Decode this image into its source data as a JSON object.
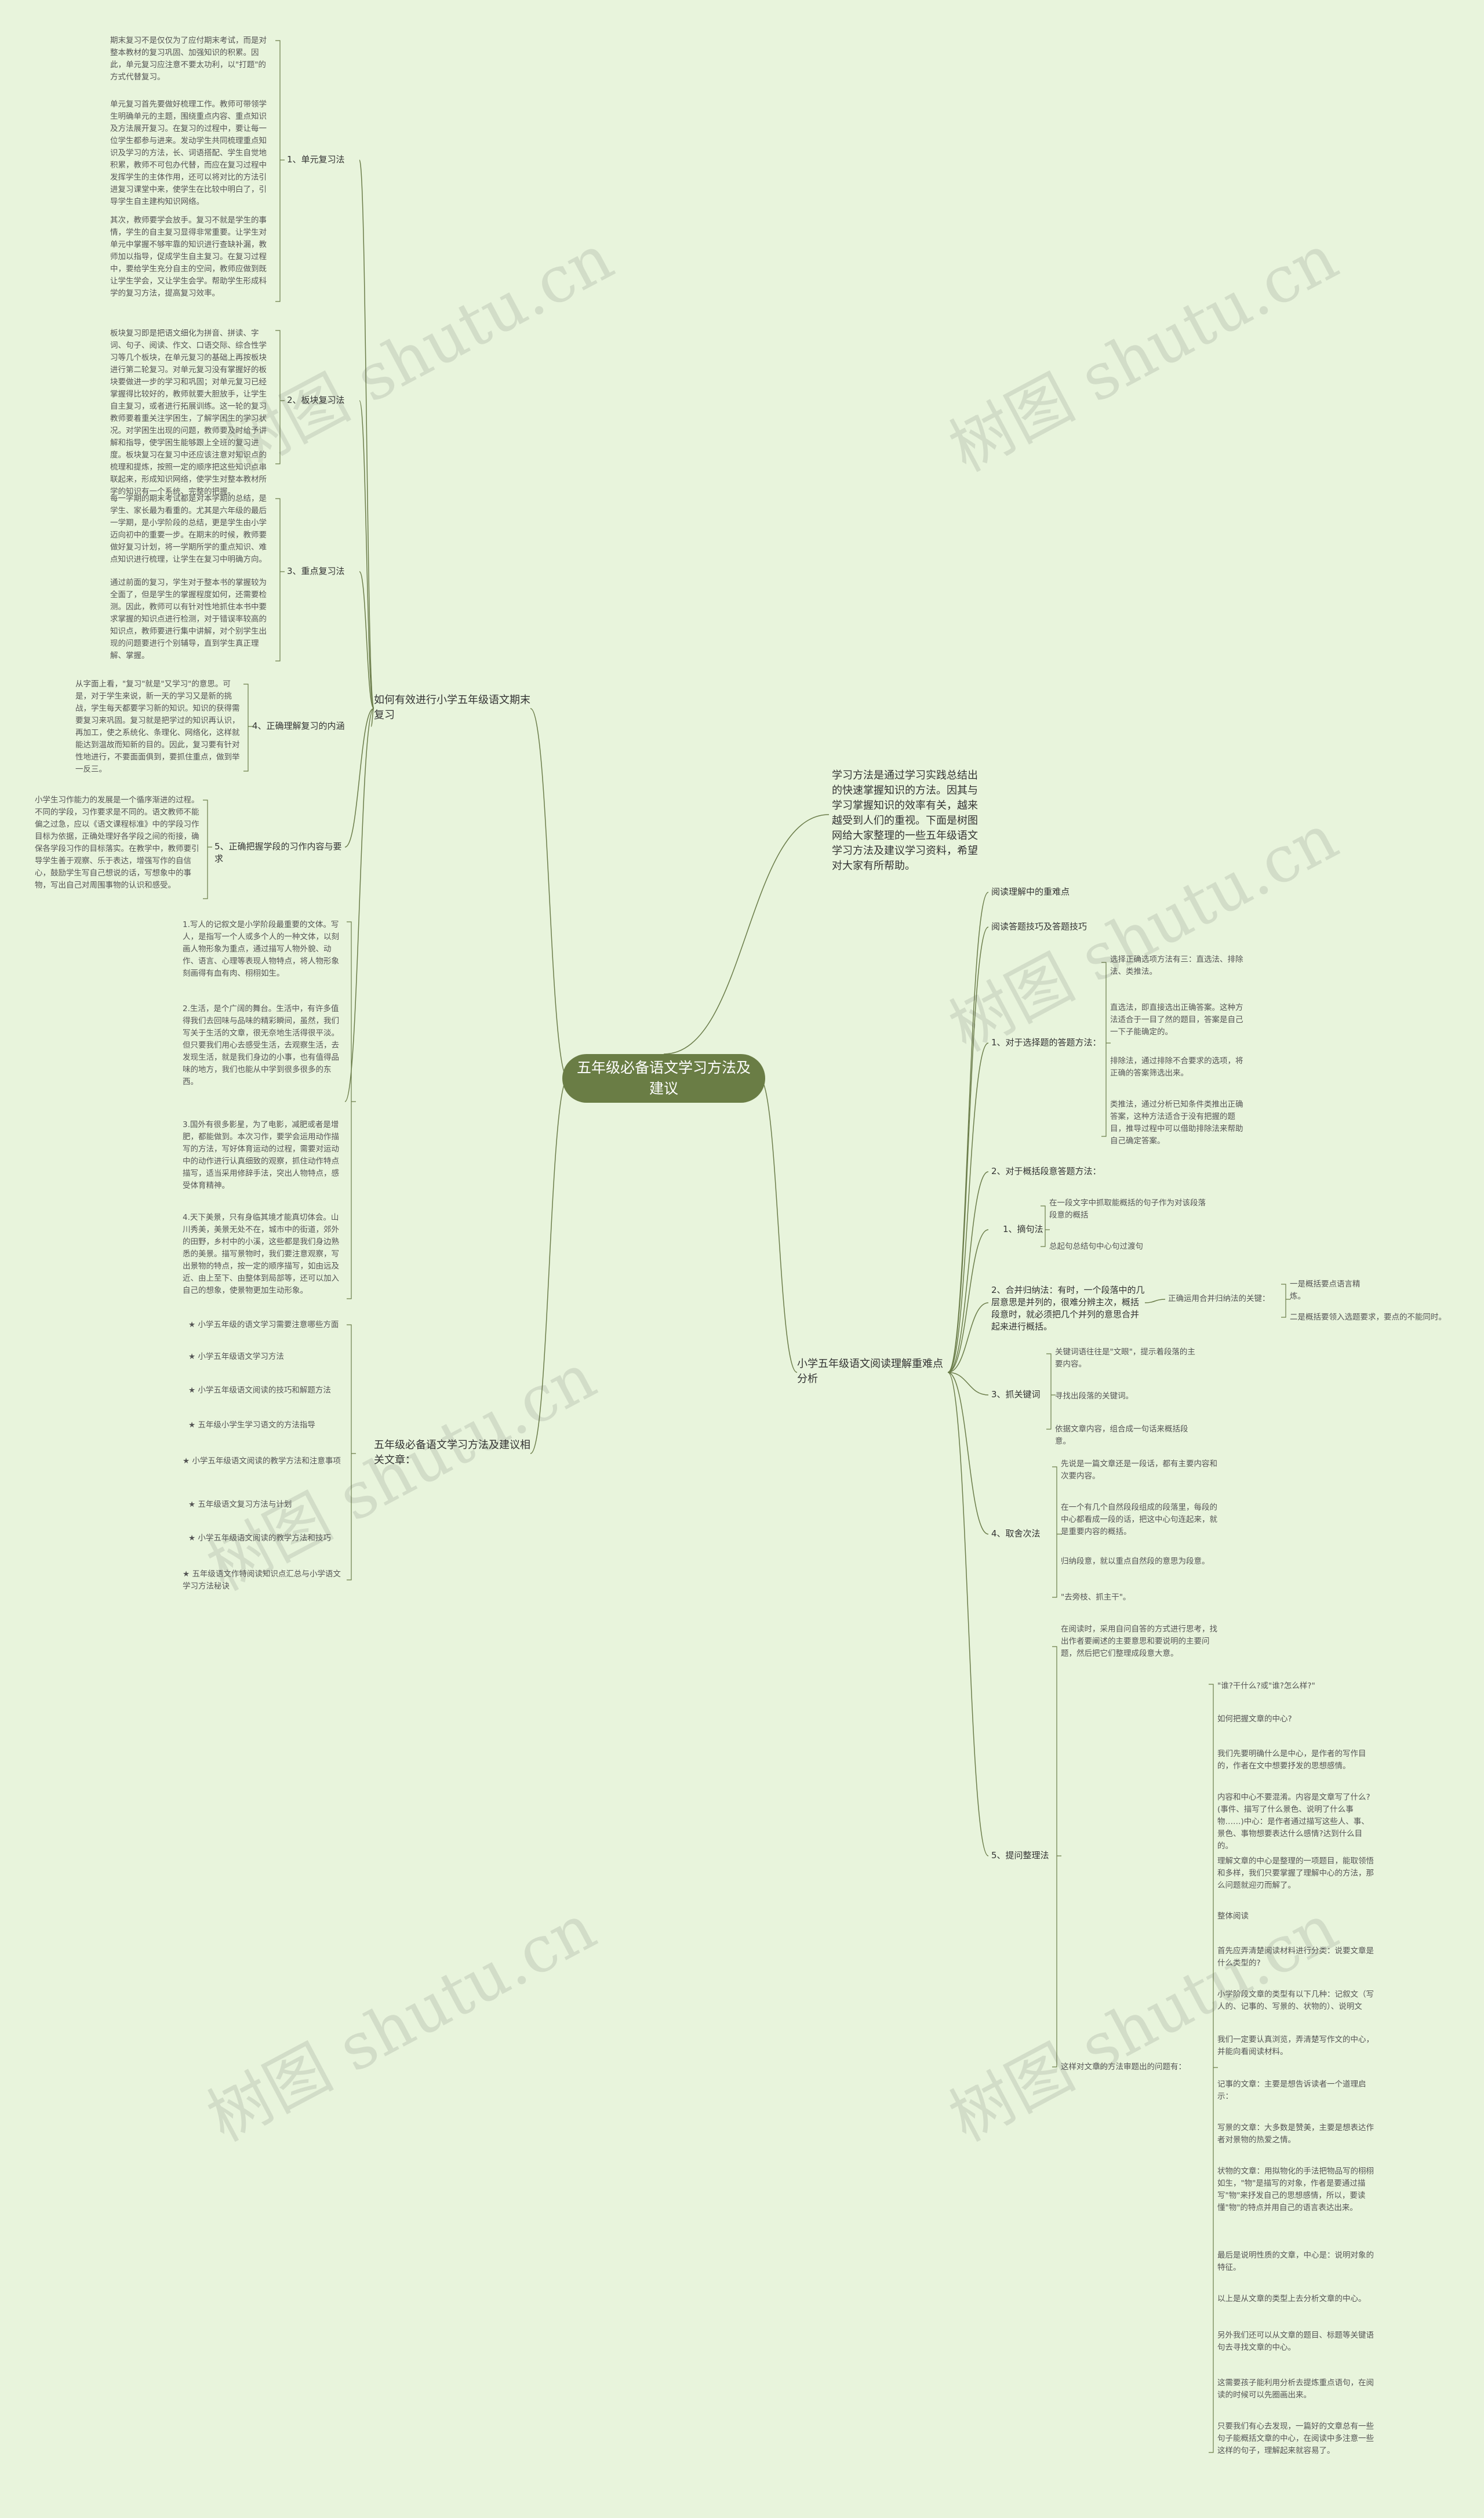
{
  "center": "五年级必备语文学习方法及建议",
  "intro": "学习方法是通过学习实践总结出的快速掌握知识的方法。因其与学习掌握知识的效率有关，越来越受到人们的重视。下面是树图网给大家整理的一些五年级语文学习方法及建议学习资料，希望对大家有所帮助。",
  "b1": {
    "label": "如何有效进行小学五年级语文期末复习",
    "s1": {
      "label": "1、单元复习法",
      "t1": "期末复习不是仅仅为了应付期末考试，而是对整本教材的复习巩固、加强知识的积累。因此，单元复习应注意不要太功利，以\"打题\"的方式代替复习。",
      "t2": "单元复习首先要做好梳理工作。教师可带领学生明确单元的主题，围绕重点内容、重点知识及方法展开复习。在复习的过程中，要让每一位学生都参与进来。发动学生共同梳理重点知识及学习的方法，长、词语搭配、学生自觉地积累，教师不可包办代替，而应在复习过程中发挥学生的主体作用，还可以将对比的方法引进复习课堂中来，使学生在比较中明白了，引导学生自主建构知识网络。",
      "t3": "其次，教师要学会放手。复习不就是学生的事情，学生的自主复习显得非常重要。让学生对单元中掌握不够牢靠的知识进行查缺补漏，教师加以指导，促成学生自主复习。在复习过程中，要给学生充分自主的空间，教师应做到既让学生学会，又让学生会学。帮助学生形成科学的复习方法，提高复习效率。"
    },
    "s2": {
      "label": "2、板块复习法",
      "t1": "板块复习即是把语文细化为拼音、拼读、字词、句子、阅读、作文、口语交际、综合性学习等几个板块，在单元复习的基础上再按板块进行第二轮复习。对单元复习没有掌握好的板块要做进一步的学习和巩固；对单元复习已经掌握得比较好的，教师就要大胆放手，让学生自主复习，或者进行拓展训练。这一轮的复习教师要着重关注学困生，了解学困生的学习状况。对学困生出现的问题，教师要及时给予讲解和指导，使学困生能够跟上全班的复习进度。板块复习在复习中还应该注意对知识点的梳理和提炼，按照一定的顺序把这些知识点串联起来，形成知识网络，使学生对整本教材所学的知识有一个系统、完整的把握。"
    },
    "s3": {
      "label": "3、重点复习法",
      "t1": "每一学期的期末考试都是对本学期的总结，是学生、家长最为看重的。尤其是六年级的最后一学期，是小学阶段的总结，更是学生由小学迈向初中的重要一步。在期末的时候，教师要做好复习计划，将一学期所学的重点知识、难点知识进行梳理，让学生在复习中明确方向。",
      "t2": "通过前面的复习，学生对于整本书的掌握较为全面了，但是学生的掌握程度如何，还需要检测。因此，教师可以有针对性地抓住本书中要求掌握的知识点进行检测，对于错误率较高的知识点，教师要进行集中讲解，对个别学生出现的问题要进行个别辅导，直到学生真正理解、掌握。"
    },
    "s4": {
      "label": "4、正确理解复习的内涵",
      "t1": "从字面上看，\"复习\"就是\"又学习\"的意思。可是，对于学生来说，新一天的学习又是新的挑战，学生每天都要学习新的知识。知识的获得需要复习来巩固。复习就是把学过的知识再认识，再加工，使之系统化、条理化、网络化，这样就能达到温故而知新的目的。因此，复习要有针对性地进行，不要面面俱到，要抓住重点，做到举一反三。"
    },
    "s5": {
      "label": "5、正确把握学段的习作内容与要求",
      "t1": "小学生习作能力的发展是一个循序渐进的过程。不同的学段，习作要求是不同的。语文教师不能偏之过急，应以《语文课程标准》中的学段习作目标为依据，正确处理好各学段之间的衔接，确保各学段习作的目标落实。在教学中，教师要引导学生善于观察、乐于表达，增强写作的自信心，鼓励学生写自己想说的话，写想象中的事物，写出自己对周围事物的认识和感受。"
    }
  },
  "b2": {
    "label": "五年级必备语文学习方法及建议相关文章：",
    "items": [
      "★ 小学五年级的语文学习需要注意哪些方面",
      "★ 小学五年级语文学习方法",
      "★ 小学五年级语文阅读的技巧和解题方法",
      "★ 五年级小学生学习语文的方法指导",
      "★ 小学五年级语文阅读的教学方法和注意事项",
      "★ 五年级语文复习方法与计划",
      "★ 小学五年级语文阅读的教学方法和技巧",
      "★ 五年级语文作特阅读知识点汇总与小学语文学习方法秘诀"
    ]
  },
  "b3": {
    "items": [
      "1.写人的记叙文是小学阶段最重要的文体。写人，是指写一个人或多个人的一种文体，以刻画人物形象为重点，通过描写人物外貌、动作、语言、心理等表现人物特点，将人物形象刻画得有血有肉、栩栩如生。",
      "2.生活，是个广阔的舞台。生活中，有许多值得我们去回味与品味的精彩瞬间，虽然，我们写关于生活的文章，很无奈地生活得很平淡。但只要我们用心去感受生活，去观察生活，去发现生活，就是我们身边的小事，也有值得品味的地方，我们也能从中学到很多很多的东西。",
      "3.国外有很多影星，为了电影，减肥或者是增肥，都能做到。本次习作，要学会运用动作描写的方法，写好体育运动的过程，需要对运动中的动作进行认真细致的观察，抓住动作特点描写，适当采用修辞手法，突出人物特点，感受体育精神。",
      "4.天下美景，只有身临其境才能真切体会。山川秀美，美景无处不在，城市中的街道，郊外的田野，乡村中的小溪，这些都是我们身边熟悉的美景。描写景物时，我们要注意观察，写出景物的特点，按一定的顺序描写，如由远及近、由上至下、由整体到局部等，还可以加入自己的想象，使景物更加生动形象。"
    ]
  },
  "b4": {
    "label": "小学五年级语文阅读理解重难点分析",
    "s0": [
      "阅读理解中的重难点",
      "阅读答题技巧及答题技巧"
    ],
    "s1": {
      "label": "1、对于选择题的答题方法：",
      "items": [
        "选择正确选项方法有三：直选法、排除法、类推法。",
        "直选法，即直接选出正确答案。这种方法适合于一目了然的题目，答案是自己一下子能确定的。",
        "排除法，通过排除不合要求的选项，将正确的答案筛选出来。",
        "类推法，通过分析已知条件类推出正确答案，这种方法适合于没有把握的题目，推导过程中可以借助排除法来帮助自己确定答案。"
      ]
    },
    "s2": "2、对于概括段意答题方法：",
    "s3": {
      "label": "1、摘句法",
      "items": [
        "在一段文字中抓取能概括的句子作为对该段落段意的概括",
        "总起句总结句中心句过渡句"
      ]
    },
    "s4": {
      "label": "2、合并归纳法：有时，一个段落中的几层意思是并列的，很难分辨主次，概括段意时，就必须把几个并列的意思合并起来进行概括。",
      "mid": "正确运用合并归纳法的关键：",
      "items": [
        "一是概括要点语言精炼。",
        "二是概括要领入选题要求，要点的不能同时。"
      ]
    },
    "s5": {
      "label": "3、抓关键词",
      "items": [
        "关键词语往往是\"文眼\"，提示着段落的主要内容。",
        "寻找出段落的关键词。",
        "依据文章内容，组合成一句话来概括段意。"
      ]
    },
    "s6": {
      "label": "4、取舍次法",
      "items": [
        "先说是一篇文章还是一段话，都有主要内容和次要内容。",
        "在一个有几个自然段段组成的段落里，每段的中心都看成一段的话，把这中心句连起来，就是重要内容的概括。",
        "归纳段意，就以重点自然段的意思为段意。",
        "\"去旁枝、抓主干\"。"
      ]
    },
    "s7": {
      "label": "5、提问整理法",
      "intro": "在阅读时，采用自问自答的方式进行思考，找出作者要阐述的主要意思和要说明的主要问题，然后把它们整理成段意大意。",
      "mid": "这样对文章的方法审题出的问题有：",
      "items": [
        "\"谁?干什么?或\"谁?怎么样?\"",
        "如何把握文章的中心?",
        "我们先要明确什么是中心，是作者的写作目的，作者在文中想要抒发的思想感情。",
        "内容和中心不要混淆。内容是文章写了什么?(事件、描写了什么景色、说明了什么事物……)中心：是作者通过描写这些人、事、景色、事物想要表达什么感情?达到什么目的。",
        "理解文章的中心是整理的一项题目，能取领悟和多样，我们只要掌握了理解中心的方法，那么问题就迎刃而解了。",
        "整体阅读",
        "首先应弄清楚阅读材料进行分类：说要文章是什么类型的?",
        "小学阶段文章的类型有以下几种：记叙文（写人的、记事的、写景的、状物的）、说明文",
        "我们一定要认真浏览，弄清楚写作文的中心，并能向看阅读材料。",
        "记事的文章：主要是想告诉读者一个道理启示：",
        "写景的文章：大多数是赞美，主要是想表达作者对景物的热爱之情。",
        "状物的文章：用拟物化的手法把物品写的栩栩如生，\"物\"是描写的对象，作者是要通过描写\"物\"来抒发自己的思想感情，所以，要读懂\"物\"的特点并用自己的语言表达出来。",
        "最后是说明性质的文章，中心是：说明对象的特征。",
        "以上是从文章的类型上去分析文章的中心。",
        "另外我们还可以从文章的题目、标题等关键语句去寻找文章的中心。",
        "这需要孩子能利用分析去提炼重点语句，在阅读的时候可以先圈画出来。",
        "只要我们有心去发现，一篇好的文章总有一些句子能概括文章的中心，在阅读中多注意一些这样的句子，理解起来就容易了。"
      ]
    }
  }
}
